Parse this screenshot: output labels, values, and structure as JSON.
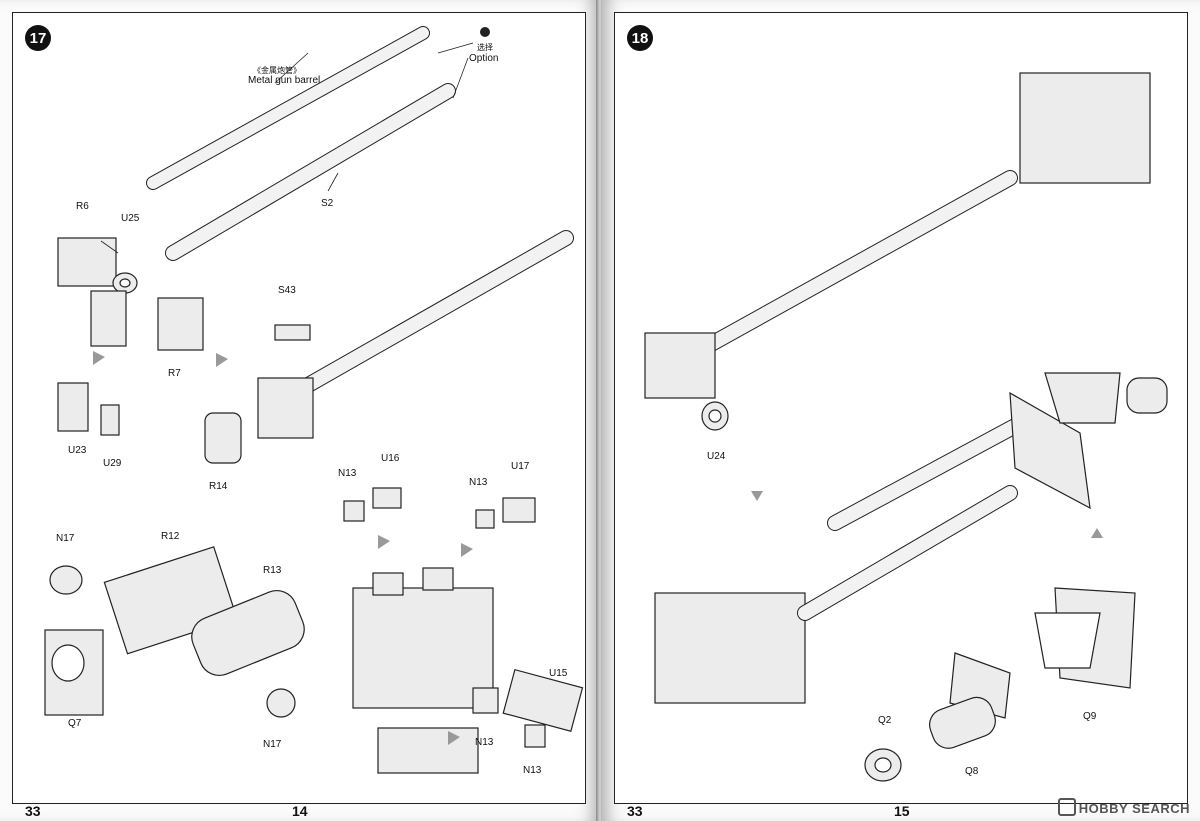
{
  "left_page": {
    "step": "17",
    "folio_left": "33",
    "folio_center": "14",
    "labels": {
      "barrel_cn": "《金属炮管》",
      "barrel_en": "Metal gun barrel",
      "option_cn": "选择",
      "option_en": "Option",
      "S2": "S2",
      "R6": "R6",
      "U25": "U25",
      "R7": "R7",
      "S43": "S43",
      "U23": "U23",
      "U29": "U29",
      "R14": "R14",
      "N13a": "N13",
      "U16": "U16",
      "N13b": "N13",
      "U17": "U17",
      "N17a": "N17",
      "R12": "R12",
      "R13": "R13",
      "Q7": "Q7",
      "N17b": "N17",
      "U15": "U15",
      "N13c": "N13",
      "N13d": "N13"
    }
  },
  "right_page": {
    "step": "18",
    "folio_left": "33",
    "folio_center": "15",
    "labels": {
      "U24": "U24",
      "Q2": "Q2",
      "Q8": "Q8",
      "Q9": "Q9"
    }
  },
  "watermark": "HOBBY SEARCH",
  "colors": {
    "ink": "#111111",
    "paper": "#ffffff",
    "part_fill": "#e6e6e6"
  }
}
